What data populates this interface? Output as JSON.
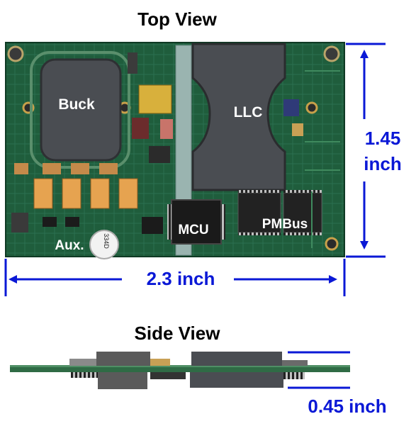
{
  "titles": {
    "top_view": "Top View",
    "side_view": "Side View"
  },
  "labels": {
    "buck": "Buck",
    "llc": "LLC",
    "mcu": "MCU",
    "pmbus": "PMBus",
    "aux": "Aux."
  },
  "dimensions": {
    "width": "2.3 inch",
    "height_value": "1.45",
    "height_unit": "inch",
    "thickness": "0.45 inch"
  },
  "colors": {
    "accent": "#0a18d6",
    "pcb": "#1d5a3a",
    "core": "#4a4d52"
  }
}
